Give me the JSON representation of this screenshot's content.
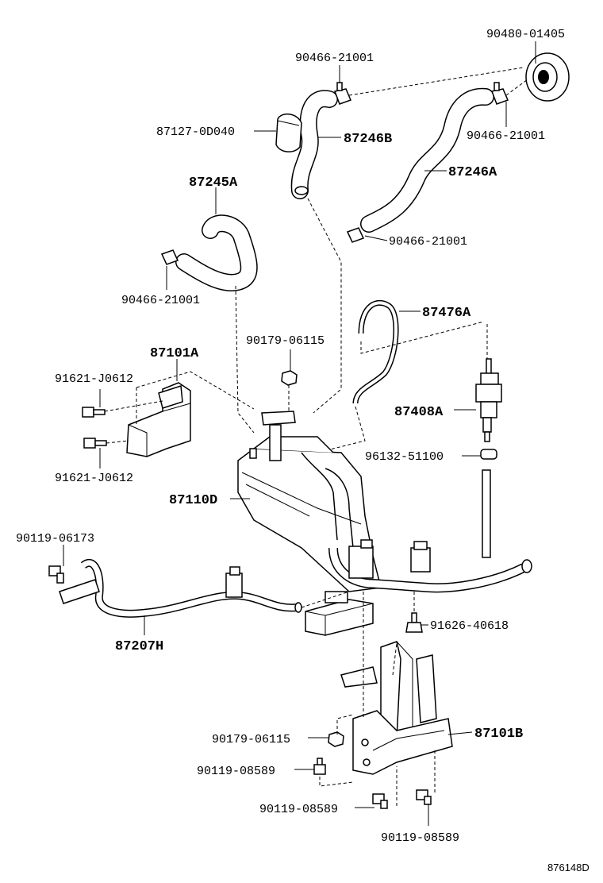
{
  "labels": {
    "p_90480_01405": "90480-01405",
    "p_90466_21001_a": "90466-21001",
    "p_90466_21001_b": "90466-21001",
    "p_90466_21001_c": "90466-21001",
    "p_90466_21001_d": "90466-21001",
    "p_87127_0D040": "87127-0D040",
    "p_87246B": "87246B",
    "p_87246A": "87246A",
    "p_87245A": "87245A",
    "p_87476A": "87476A",
    "p_90179_06115_a": "90179-06115",
    "p_90179_06115_b": "90179-06115",
    "p_87101A": "87101A",
    "p_91621_J0612_a": "91621-J0612",
    "p_91621_J0612_b": "91621-J0612",
    "p_87408A": "87408A",
    "p_96132_51100": "96132-51100",
    "p_87110D": "87110D",
    "p_90119_06173": "90119-06173",
    "p_91626_40618": "91626-40618",
    "p_87207H": "87207H",
    "p_87101B": "87101B",
    "p_90119_08589_a": "90119-08589",
    "p_90119_08589_b": "90119-08589",
    "p_90119_08589_c": "90119-08589",
    "diagram_code": "876148D"
  }
}
